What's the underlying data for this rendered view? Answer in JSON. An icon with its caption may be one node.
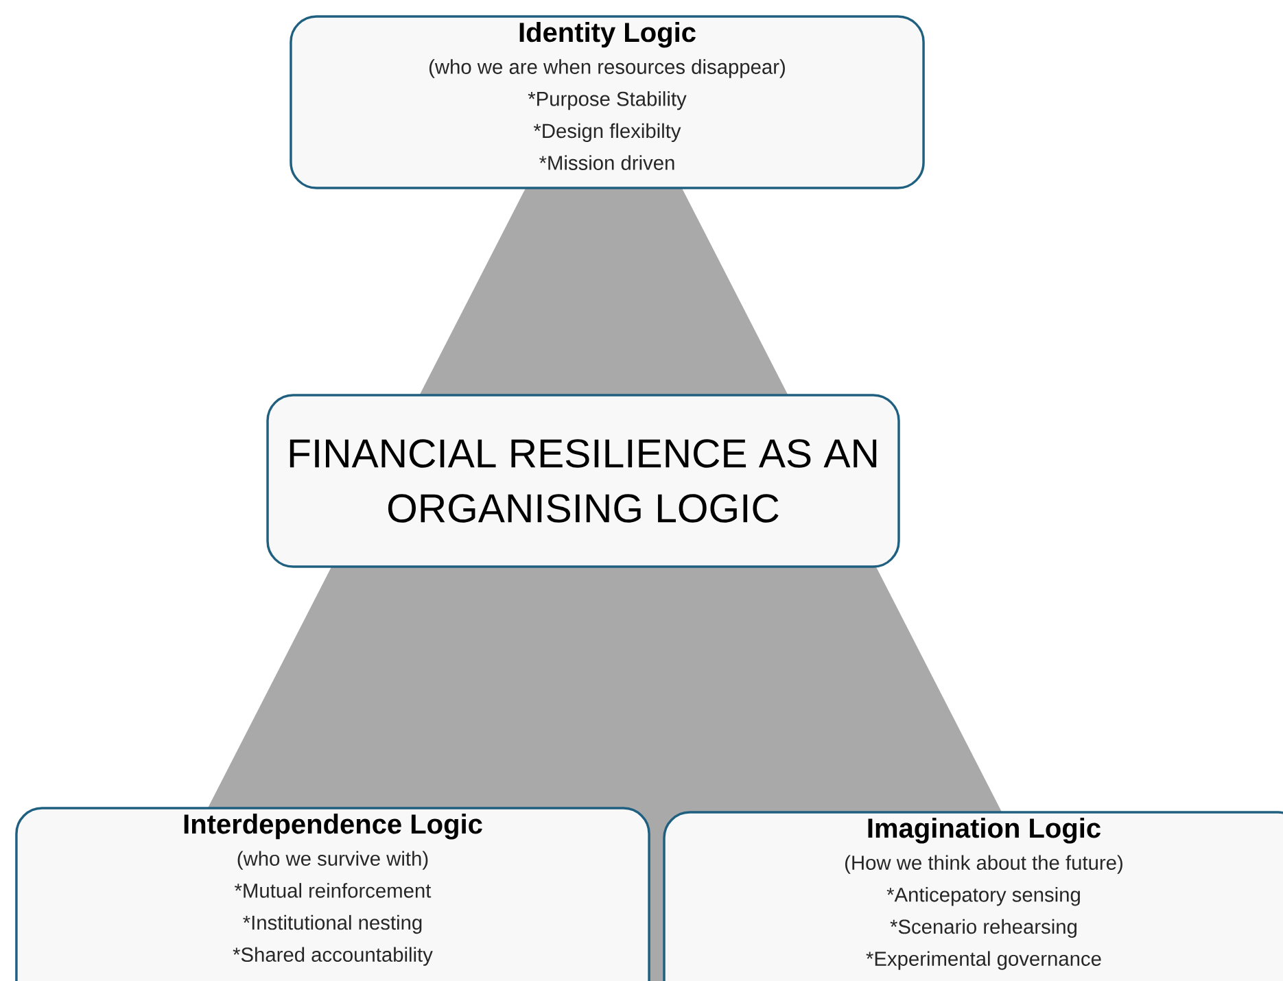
{
  "diagram": {
    "nodes": [
      {
        "text": [
          "Identity Logic",
          "(who we are when resources disappear)",
          "*Purpose Stability",
          "*Design flexibilty",
          "*Mission driven"
        ]
      },
      {
        "text": [
          "FINANCIAL RESILIENCE AS AN ORGANISING LOGIC"
        ]
      },
      {
        "text": [
          "Interdependence Logic",
          "(who we survive with)",
          "*Mutual reinforcement",
          "*Institutional nesting",
          "*Shared accountability"
        ]
      },
      {
        "text": [
          "Imagination Logic",
          "(How we think about the future)",
          "*Anticepatory sensing",
          "*Scenario rehearsing",
          "*Experimental governance"
        ]
      }
    ],
    "edges": []
  }
}
